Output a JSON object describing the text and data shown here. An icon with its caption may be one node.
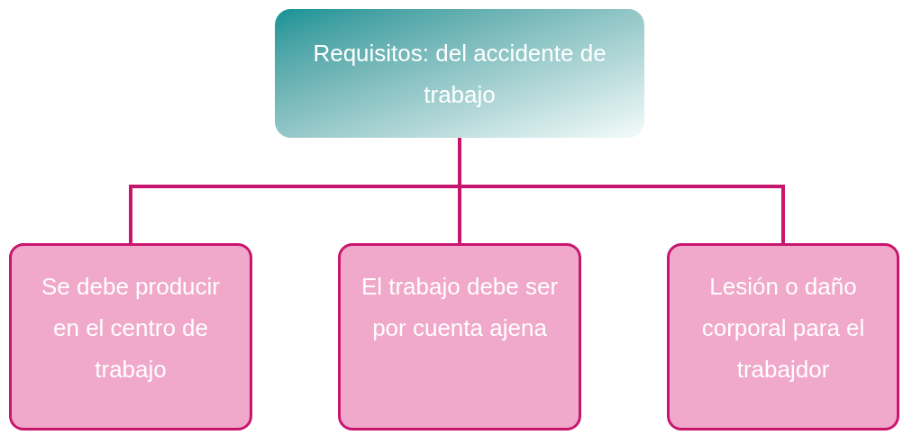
{
  "diagram": {
    "nodes": [
      {
        "text": [
          "Requisitos: del accidente de trabajo"
        ]
      },
      {
        "text": [
          "Se debe producir en el centro de trabajo"
        ]
      },
      {
        "text": [
          "El trabajo debe ser por cuenta ajena"
        ]
      },
      {
        "text": [
          "Lesión o daño corporal para el trabajdor"
        ]
      }
    ],
    "edges": [
      {
        "from": 0,
        "to": 1,
        "arrow": "none"
      },
      {
        "from": 0,
        "to": 2,
        "arrow": "none"
      },
      {
        "from": 0,
        "to": 3,
        "arrow": "none"
      }
    ]
  }
}
